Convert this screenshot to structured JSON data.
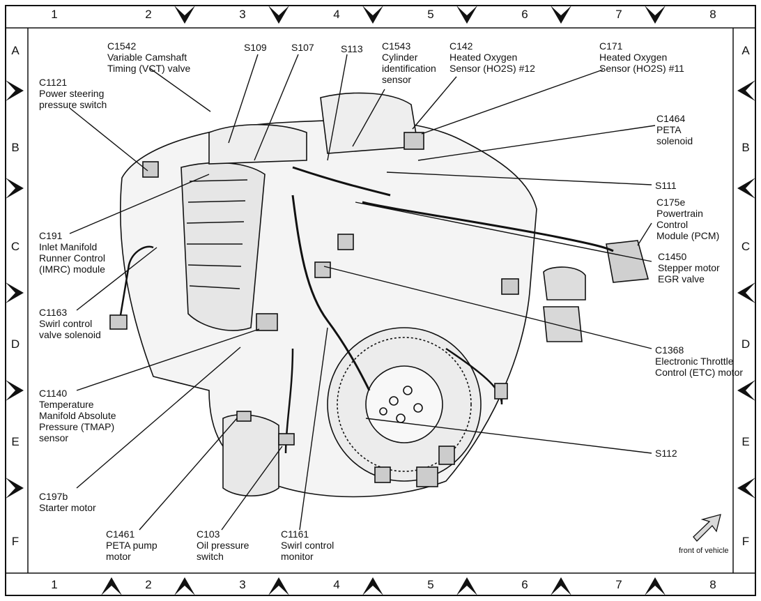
{
  "grid": {
    "columns": [
      "1",
      "2",
      "3",
      "4",
      "5",
      "6",
      "7",
      "8"
    ],
    "rows": [
      "A",
      "B",
      "C",
      "D",
      "E",
      "F"
    ]
  },
  "labels": {
    "c1542": "C1542\nVariable Camshaft\nTiming (VCT) valve",
    "s109": "S109",
    "s107": "S107",
    "s113": "S113",
    "c1543": "C1543\nCylinder\nidentification\nsensor",
    "c142": "C142\nHeated Oxygen\nSensor (HO2S) #12",
    "c171": "C171\nHeated Oxygen\nSensor (HO2S) #11",
    "c1121": "C1121\nPower steering\npressure switch",
    "c1464": "C1464\nPETA\nsolenoid",
    "s111": "S111",
    "c175e": "C175e\nPowertrain\nControl\nModule (PCM)",
    "c191": "C191\nInlet Manifold\nRunner Control\n(IMRC) module",
    "c1450": "C1450\nStepper motor\nEGR valve",
    "c1163": "C1163\nSwirl control\nvalve solenoid",
    "c1368": "C1368\nElectronic Throttle\nControl (ETC) motor",
    "c1140": "C1140\nTemperature\nManifold Absolute\nPressure (TMAP)\nsensor",
    "s112": "S112",
    "c197b": "C197b\nStarter motor",
    "c1461": "C1461\nPETA pump\nmotor",
    "c103": "C103\nOil pressure\nswitch",
    "c1161": "C1161\nSwirl control\nmonitor",
    "front": "front of vehicle"
  },
  "colors": {
    "ink": "#111111",
    "background": "#ffffff",
    "shade": "#bdbdbd"
  },
  "icons": {
    "direction": "front-arrow-icon"
  }
}
